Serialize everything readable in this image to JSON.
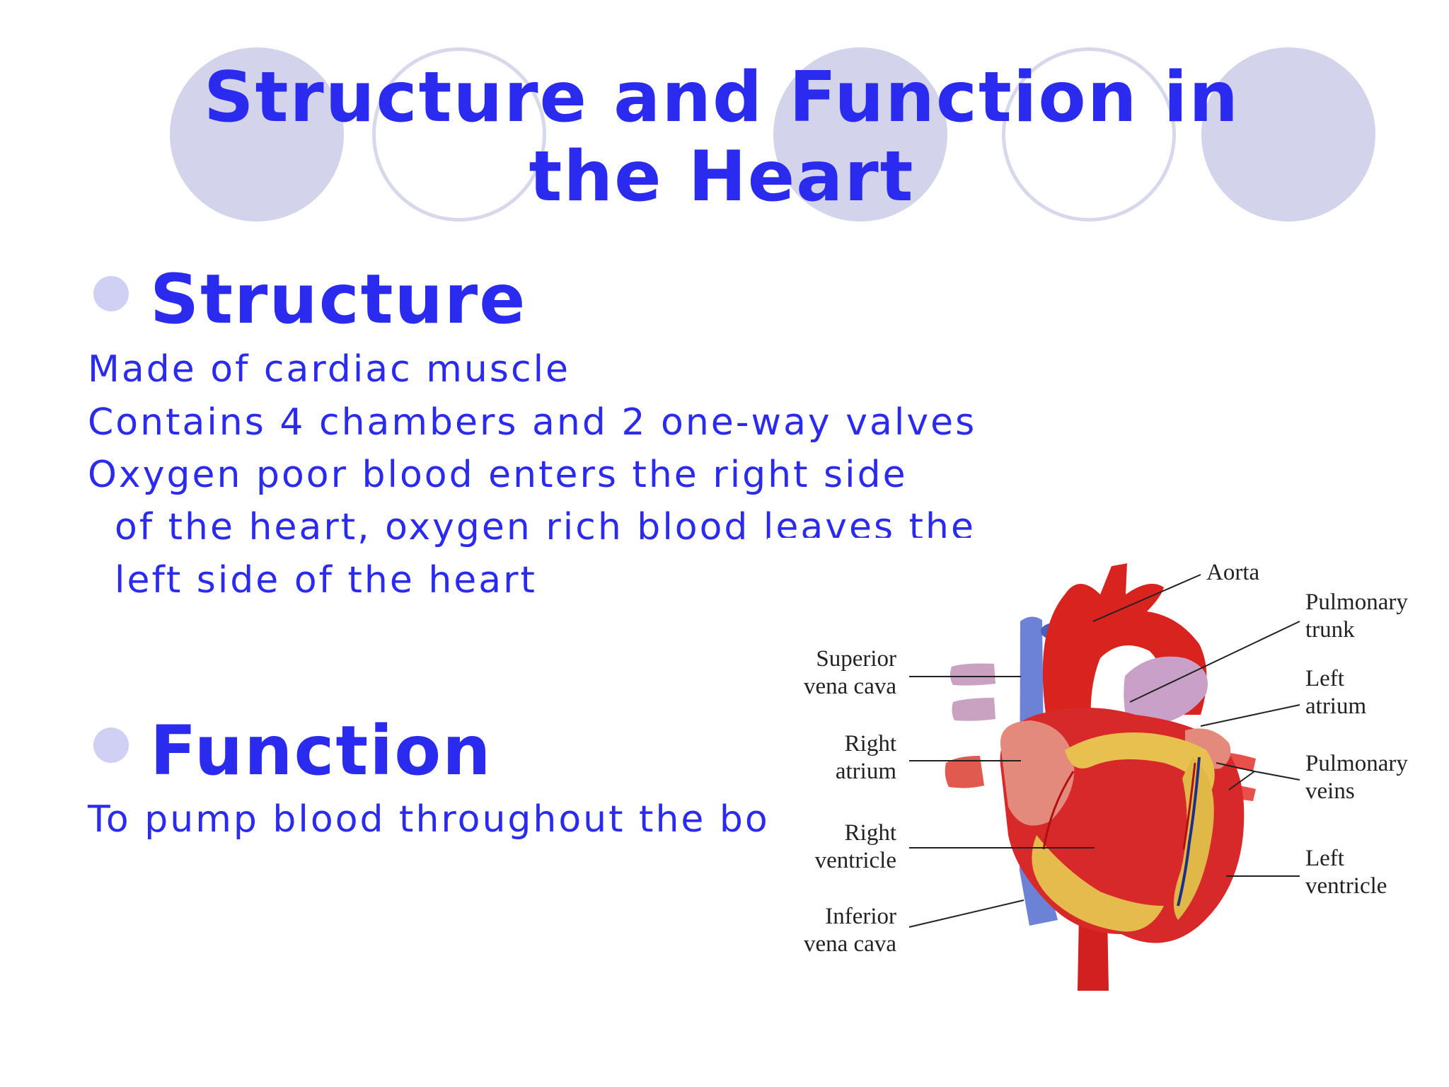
{
  "slide": {
    "title": "Structure and Function in the Heart",
    "accent_color": "#2b2bf0",
    "bullet_color": "#cfd0f4",
    "circle_color": "#d3d3ec"
  },
  "structure": {
    "heading": "Structure",
    "lines": [
      "Made of cardiac muscle",
      "Contains 4 chambers and 2 one-way valves",
      "Oxygen poor blood enters the right side",
      "of the heart, oxygen rich blood leaves the",
      "left side of the heart"
    ]
  },
  "function": {
    "heading": "Function",
    "line": "To pump blood throughout the bo"
  },
  "diagram": {
    "labels": {
      "aorta": "Aorta",
      "pulmonary_trunk": "Pulmonary\ntrunk",
      "left_atrium": "Left\natrium",
      "pulmonary_veins": "Pulmonary\nveins",
      "left_ventricle": "Left\nventricle",
      "superior_vena_cava": "Superior\nvena cava",
      "right_atrium": "Right\natrium",
      "right_ventricle": "Right\nventricle",
      "inferior_vena_cava": "Inferior\nvena cava"
    }
  }
}
